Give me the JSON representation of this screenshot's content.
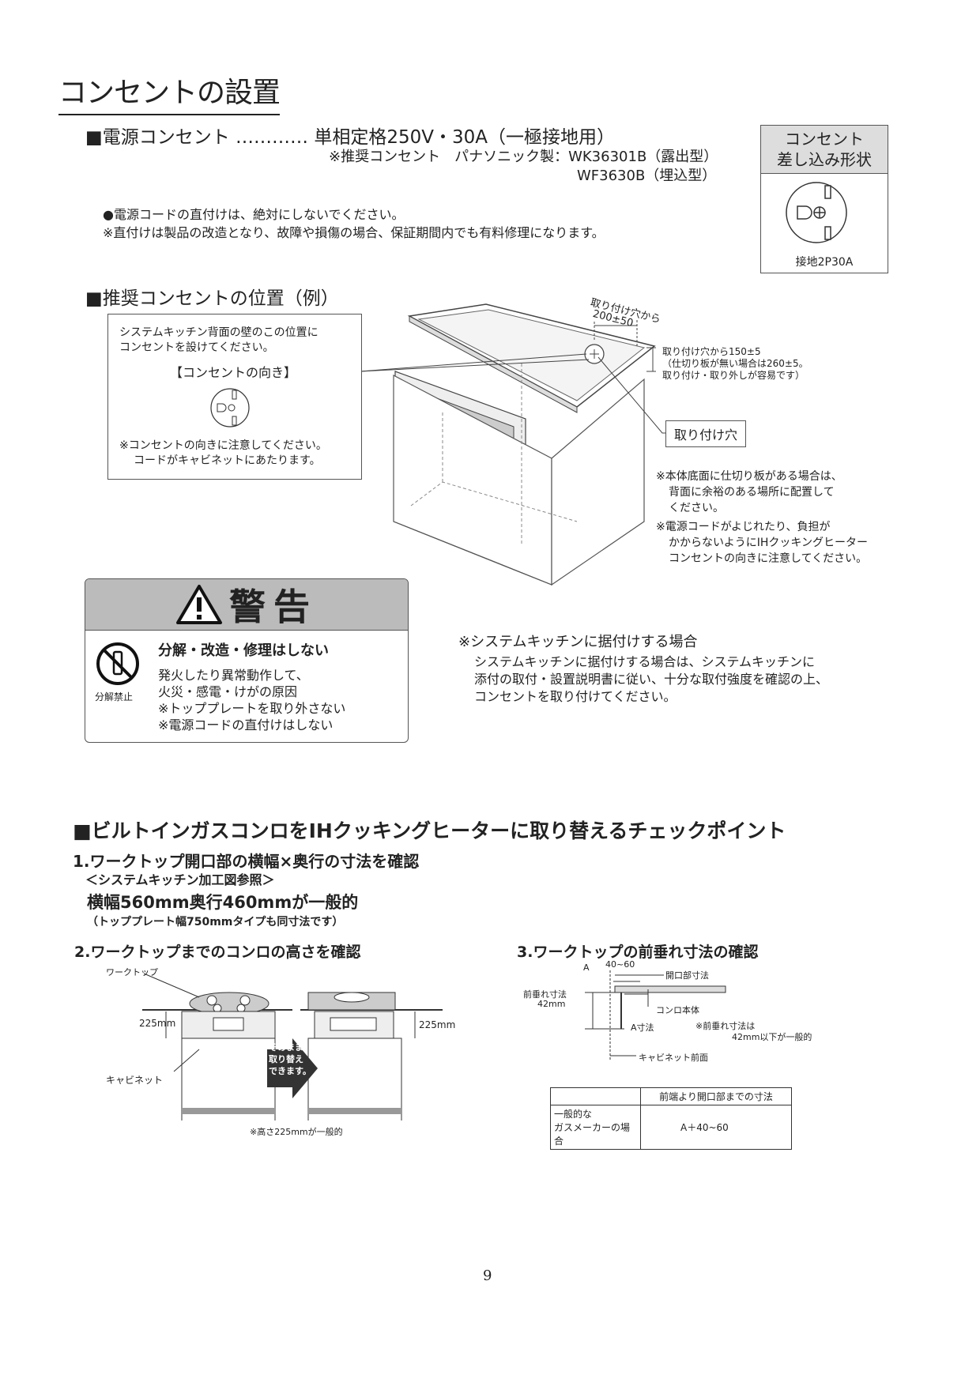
{
  "title": "コンセントの設置",
  "power": {
    "line": "■電源コンセント ………… 単相定格250V・30A（一極接地用）",
    "recommend1": "※推奨コンセント　パナソニック製：WK36301B（露出型）",
    "recommend2": "WF3630B（埋込型）",
    "note1": "●電源コードの直付けは、絶対にしないでください。",
    "note2": "※直付けは製品の改造となり、故障や損傷の場合、保証期間内でも有料修理になります。"
  },
  "plug_box": {
    "header1": "コンセント",
    "header2": "差し込み形状",
    "caption": "接地2P30A"
  },
  "position": {
    "heading": "■推奨コンセントの位置（例）",
    "box_line1": "システムキッチン背面の壁のこの位置に",
    "box_line2": "コンセントを設けてください。",
    "box_sub": "【コンセントの向き】",
    "box_note1": "※コンセントの向きに注意してください。",
    "box_note2": "コードがキャビネットにあたります。",
    "dim1_line1": "取り付け穴から",
    "dim1_line2": "200±50",
    "dim2_line1": "取り付け穴から150±5",
    "dim2_line2": "（仕切り板が無い場合は260±5。",
    "dim2_line3": "取り付け・取り外しが容易です）",
    "hole_label": "取り付け穴",
    "side_note1": "※本体底面に仕切り板がある場合は、",
    "side_note2": "背面に余裕のある場所に配置して",
    "side_note3": "ください。",
    "side_note4": "※電源コードがよじれたり、負担が",
    "side_note5": "かからないようにIHクッキングヒーター",
    "side_note6": "コンセントの向きに注意してください。"
  },
  "warning": {
    "title": "警告",
    "heading": "分解・改造・修理はしない",
    "line1": "発火したり異常動作して、",
    "line2": "火災・感電・けがの原因",
    "line3": "※トッププレートを取り外さない",
    "line4": "※電源コードの直付けはしない",
    "icon_caption": "分解禁止"
  },
  "system_kitchen": {
    "heading": "※システムキッチンに据付けする場合",
    "line1": "システムキッチンに据付けする場合は、システムキッチンに",
    "line2": "添付の取付・設置説明書に従い、十分な取付強度を確認の上、",
    "line3": "コンセントを取り付けてください。"
  },
  "checkpoint": {
    "heading": "■ビルトインガスコンロをIHクッキングヒーターに取り替えるチェックポイント",
    "item1": "1.ワークトップ開口部の横幅×奥行の寸法を確認",
    "item1_ref": "＜システムキッチン加工図参照＞",
    "item1_size": "横幅560mm奥行460mmが一般的",
    "item1_note": "（トッププレート幅750mmタイプも同寸法です）",
    "item2": "2.ワークトップまでのコンロの高さを確認",
    "item3": "3.ワークトップの前垂れ寸法の確認",
    "worktop": "ワークトップ",
    "cabinet": "キャビネット",
    "h225_left": "225mm",
    "h225_right": "225mm",
    "arrow_text1": "そのまま",
    "arrow_text2": "取り替え",
    "arrow_text3": "できます。",
    "height_note": "※高さ225mmが一般的",
    "d_A": "A",
    "d_range": "40~60",
    "d_opening": "開口部寸法",
    "d_front1": "前垂れ寸法",
    "d_front2": "42mm",
    "d_body": "コンロ本体",
    "d_Asize": "A寸法",
    "d_note1": "※前垂れ寸法は",
    "d_note2": "42mm以下が一般的",
    "d_cabfront": "キャビネット前面",
    "table_head": "前端より開口部までの寸法",
    "table_row_label1": "一般的な",
    "table_row_label2": "ガスメーカーの場合",
    "table_value": "A＋40~60"
  },
  "page_number": "9"
}
